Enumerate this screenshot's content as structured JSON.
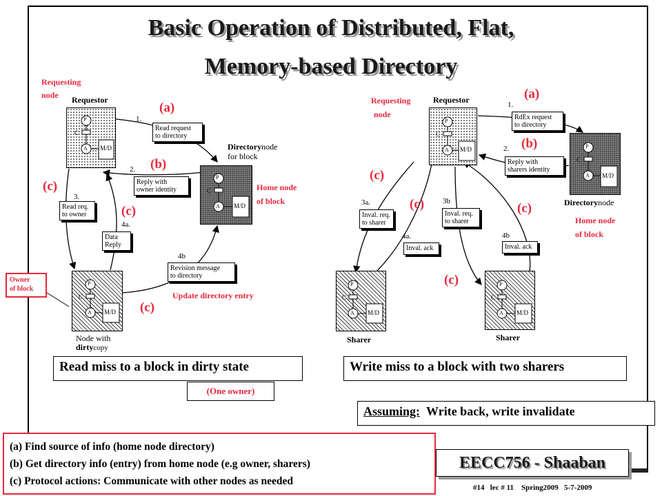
{
  "title": {
    "line1": "Basic Operation of Distributed, Flat,",
    "line2": "Memory-based Directory"
  },
  "left": {
    "requesting_node_label": "Requesting",
    "requesting_node_label2": "node",
    "requestor": "Requestor",
    "step1": "1.",
    "read_request": "Read request\nto directory",
    "step2": "2.",
    "reply_owner": "Reply with\nowner identity",
    "step3": "3.",
    "read_req_owner": "Read req.\nto owner",
    "step4a": "4a.",
    "data_reply": "Data\nReply",
    "step4b": "4b",
    "revision_message": "Revision message\nto directory",
    "directory_node": "Directory",
    "directory_node_suffix": "node",
    "for_block": "for block",
    "home_node": "Home node",
    "of_block": "of block",
    "update_entry": "Update directory entry",
    "owner_block": "Owner\nof block",
    "node_with": "Node with",
    "dirty": "dirty",
    "copy": "copy",
    "caption": "Read miss to a block in dirty state",
    "one_owner": "(One owner)",
    "a": "(a)",
    "b": "(b)",
    "c": "(c)"
  },
  "right": {
    "requesting_node_label": "Requesting",
    "requesting_node_label2": "node",
    "requestor": "Requestor",
    "step1": "1.",
    "rdex_request": "RdEx request\nto directory",
    "step2": "2.",
    "reply_sharers": "Reply with\nsharers identity",
    "step3a": "3a.",
    "inval_req_a": "Inval. req.\nto sharer",
    "step3b": "3b",
    "inval_req_b": "Inval. req.\nto sharer",
    "step4a": "4a.",
    "inval_ack_a": "Inval. ack",
    "step4b": "4b",
    "inval_ack_b": "Inval. ack",
    "directory": "Directory",
    "directory_suffix": "node",
    "home_node": "Home node",
    "of_block": "of block",
    "sharer1": "Sharer",
    "sharer2": "Sharer",
    "caption": "Write miss to a block with two sharers",
    "a": "(a)",
    "b": "(b)",
    "c": "(c)"
  },
  "node_parts": {
    "p": "P",
    "c": "C",
    "a": "A",
    "md": "M/D"
  },
  "assuming": {
    "label": "Assuming:",
    "text": "Write back, write invalidate"
  },
  "legend": {
    "a": "(a) Find source of info (home node directory)",
    "b": "(b) Get directory info (entry) from home node (e.g owner, sharers)",
    "c": "(c) Protocol actions: Communicate with other nodes as needed"
  },
  "footer": {
    "course": "EECC756 - Shaaban",
    "info": "#14   lec # 11    Spring2009   5-7-2009"
  }
}
